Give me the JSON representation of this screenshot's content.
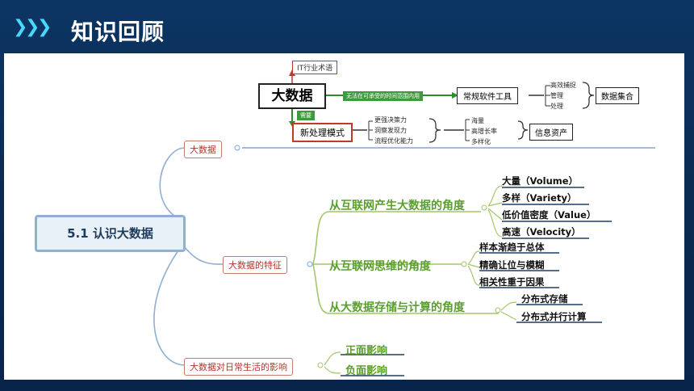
{
  "header": {
    "title": "知识回顾",
    "chevrons": "❯❯❯"
  },
  "mindmap": {
    "root": "5.1 认识大数据",
    "top_diagram": {
      "center": "大数据",
      "it_term": "IT行业术语",
      "arrow_text": "无法在可承受的时间范围内用",
      "tools": "常规软件工具",
      "tool_actions": [
        "高效捕捉",
        "管理",
        "处理"
      ],
      "dataset": "数据集合",
      "needs": "需要",
      "new_mode": "新处理模式",
      "abilities": [
        "更强决策力",
        "洞察发现力",
        "流程优化能力"
      ],
      "traits": [
        "海量",
        "高增长率",
        "多样化"
      ],
      "info_asset": "信息资产"
    },
    "branches": [
      {
        "label": "大数据"
      },
      {
        "label": "大数据的特征",
        "subs": [
          {
            "label": "从互联网产生大数据的角度",
            "leaves": [
              "大量（Volume）",
              "多样（Variety）",
              "低价值密度（Value）",
              "高速（Velocity）"
            ]
          },
          {
            "label": "从互联网思维的角度",
            "leaves": [
              "样本渐趋于总体",
              "精确让位与模糊",
              "相关性重于因果"
            ]
          },
          {
            "label": "从大数据存储与计算的角度",
            "leaves": [
              "分布式存储",
              "分布式并行计算"
            ]
          }
        ]
      },
      {
        "label": "大数据对日常生活的影响",
        "leaves": [
          "正面影响",
          "负面影响"
        ]
      }
    ]
  }
}
